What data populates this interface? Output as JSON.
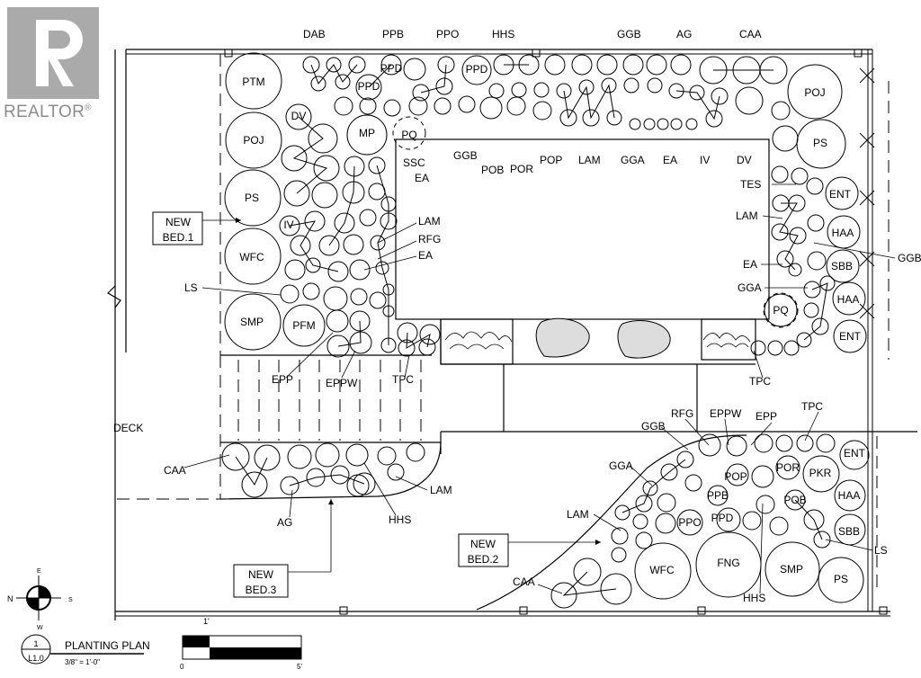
{
  "watermark": {
    "brand": "REALTOR",
    "mark": "®"
  },
  "labels": {
    "deck": "DECK",
    "north": "N",
    "east": "E",
    "south": "S",
    "west": "W"
  },
  "beds": [
    {
      "id": "bed1",
      "line1": "NEW",
      "line2": "BED.1"
    },
    {
      "id": "bed2",
      "line1": "NEW",
      "line2": "BED.2"
    },
    {
      "id": "bed3",
      "line1": "NEW",
      "line2": "BED.3"
    }
  ],
  "title_block": {
    "detail_number": "1",
    "sheet": "L1.0",
    "title": "PLANTING PLAN",
    "scale": "3/8\" = 1'-0\""
  },
  "scale_bar": {
    "top_label": "1'",
    "start": "0",
    "end": "5'"
  },
  "plant_codes": {
    "top_row": [
      "DAB",
      "PPB",
      "PPO",
      "HHS",
      "GGB",
      "AG",
      "CAA"
    ],
    "inner_top": [
      "SSC",
      "EA",
      "GGB",
      "POB",
      "POR",
      "POP",
      "LAM",
      "GGA",
      "EA",
      "IV",
      "DV"
    ],
    "left_bed": [
      "PTM",
      "POJ",
      "PS",
      "WFC",
      "SMP",
      "PFM",
      "DV",
      "MP",
      "PQ",
      "PPD",
      "PPD",
      "IV",
      "LAM",
      "RFG",
      "EA",
      "LS"
    ],
    "right_bed": [
      "POJ",
      "PS",
      "ENT",
      "HAA",
      "SBB",
      "HAA",
      "ENT",
      "TES",
      "LAM",
      "EA",
      "GGA",
      "PQ",
      "GGB",
      "TPC"
    ],
    "lower_left": [
      "EPP",
      "EPPW",
      "TPC",
      "CAA",
      "AG",
      "LAM",
      "HHS"
    ],
    "lower_right": [
      "GGB",
      "RFG",
      "EPPW",
      "EPP",
      "TPC",
      "ENT",
      "GGA",
      "POP",
      "POR",
      "PKR",
      "HAA",
      "PPB",
      "POB",
      "SBB",
      "PPD",
      "PPO",
      "LAM",
      "LS",
      "WFC",
      "FNG",
      "SMP",
      "PS",
      "HHS",
      "CAA"
    ]
  }
}
